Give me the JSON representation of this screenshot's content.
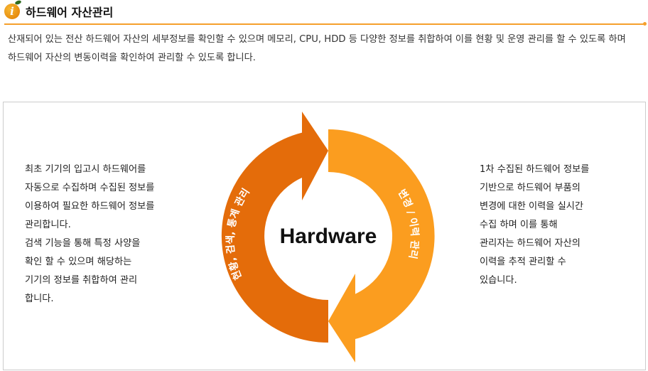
{
  "header": {
    "title": "하드웨어 자산관리",
    "logo_letter": "i"
  },
  "description": "산재되어 있는 전산 하드웨어 자산의 세부정보를 확인할 수 있으며 메모리, CPU, HDD 등 다양한 정보를 취합하여 이를 현황 및 운영 관리를 할 수 있도록 하며 하드웨어 자산의 변동이력을 확인하여 관리할 수 있도록 합니다.",
  "diagram": {
    "center": "Hardware",
    "left_arc": "현황, 검색, 통계 관리",
    "right_arc": "변경 / 이력 관리",
    "colors": {
      "left": "#e46c0a",
      "right": "#fb9d1f"
    }
  },
  "left_text": "최초 기기의 입고시 하드웨어를\n자동으로 수집하며 수집된 정보를\n이용하여 필요한 하드웨어 정보를\n관리합니다.\n검색 기능을 통해 특정 사양을\n확인 할 수 있으며 해당하는\n기기의 정보를 취합하여 관리\n합니다.",
  "right_text": "1차 수집된 하드웨어 정보를\n기반으로 하드웨어 부품의\n변경에 대한 이력을 실시간\n수집 하며 이를 통해\n관리자는 하드웨어 자산의\n이력을 추적 관리할 수\n있습니다."
}
